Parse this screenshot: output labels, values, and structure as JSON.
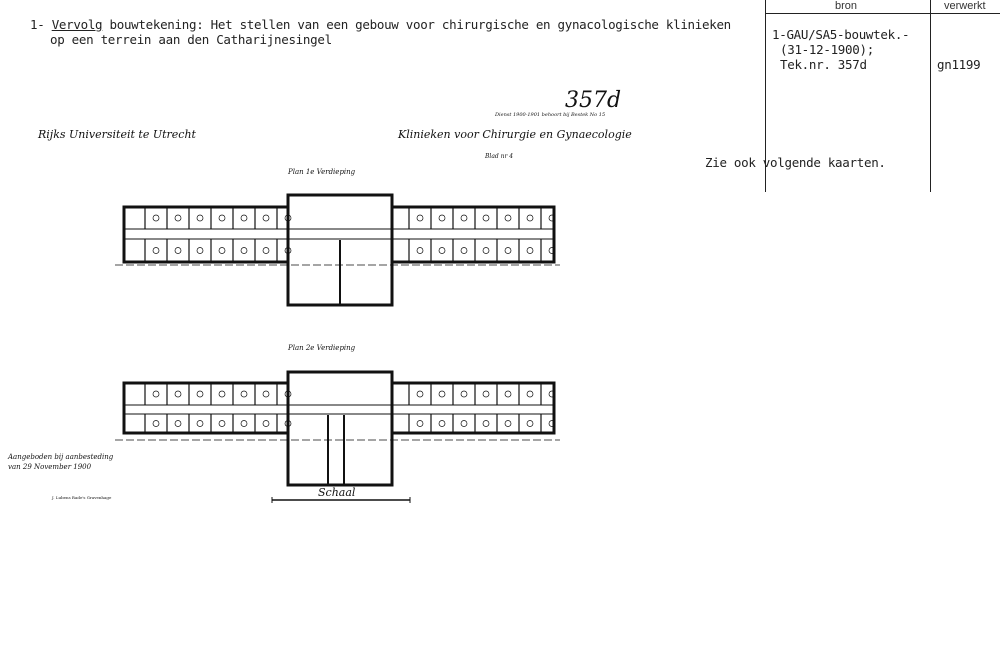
{
  "card": {
    "entry_number": "1-",
    "title_underlined": "Vervolg",
    "title_line1_rest": " bouwtekening: Het stellen van een gebouw voor chirurgische en gynacologische klinieken",
    "title_line2": "op een terrein aan den Catharijnesingel",
    "see_also": "Zie ook volgende kaarten."
  },
  "columns": {
    "bron_header": "bron",
    "verwerkt_header": "verwerkt",
    "bron_lines": [
      "1-GAU/SA5-bouwtek.-",
      "(31-12-1900);",
      "Tek.nr. 357d"
    ],
    "verwerkt_value": "gn1199"
  },
  "drawing": {
    "number": "357d",
    "subnote": "Dienst 1900-1901 behoort bij Bestek No 15",
    "institution": "Rijks Universiteit te Utrecht",
    "subject": "Klinieken voor Chirurgie en Gynaecologie",
    "sheet": "Blad nr 4",
    "plan1_title": "Plan 1e Verdieping",
    "plan2_title": "Plan 2e Verdieping",
    "scale_label": "Schaal",
    "signature_note": "Aangeboden bij aanbesteding van 29 November 1900",
    "printer": "J. Lubens Rade's Gravenhage"
  }
}
